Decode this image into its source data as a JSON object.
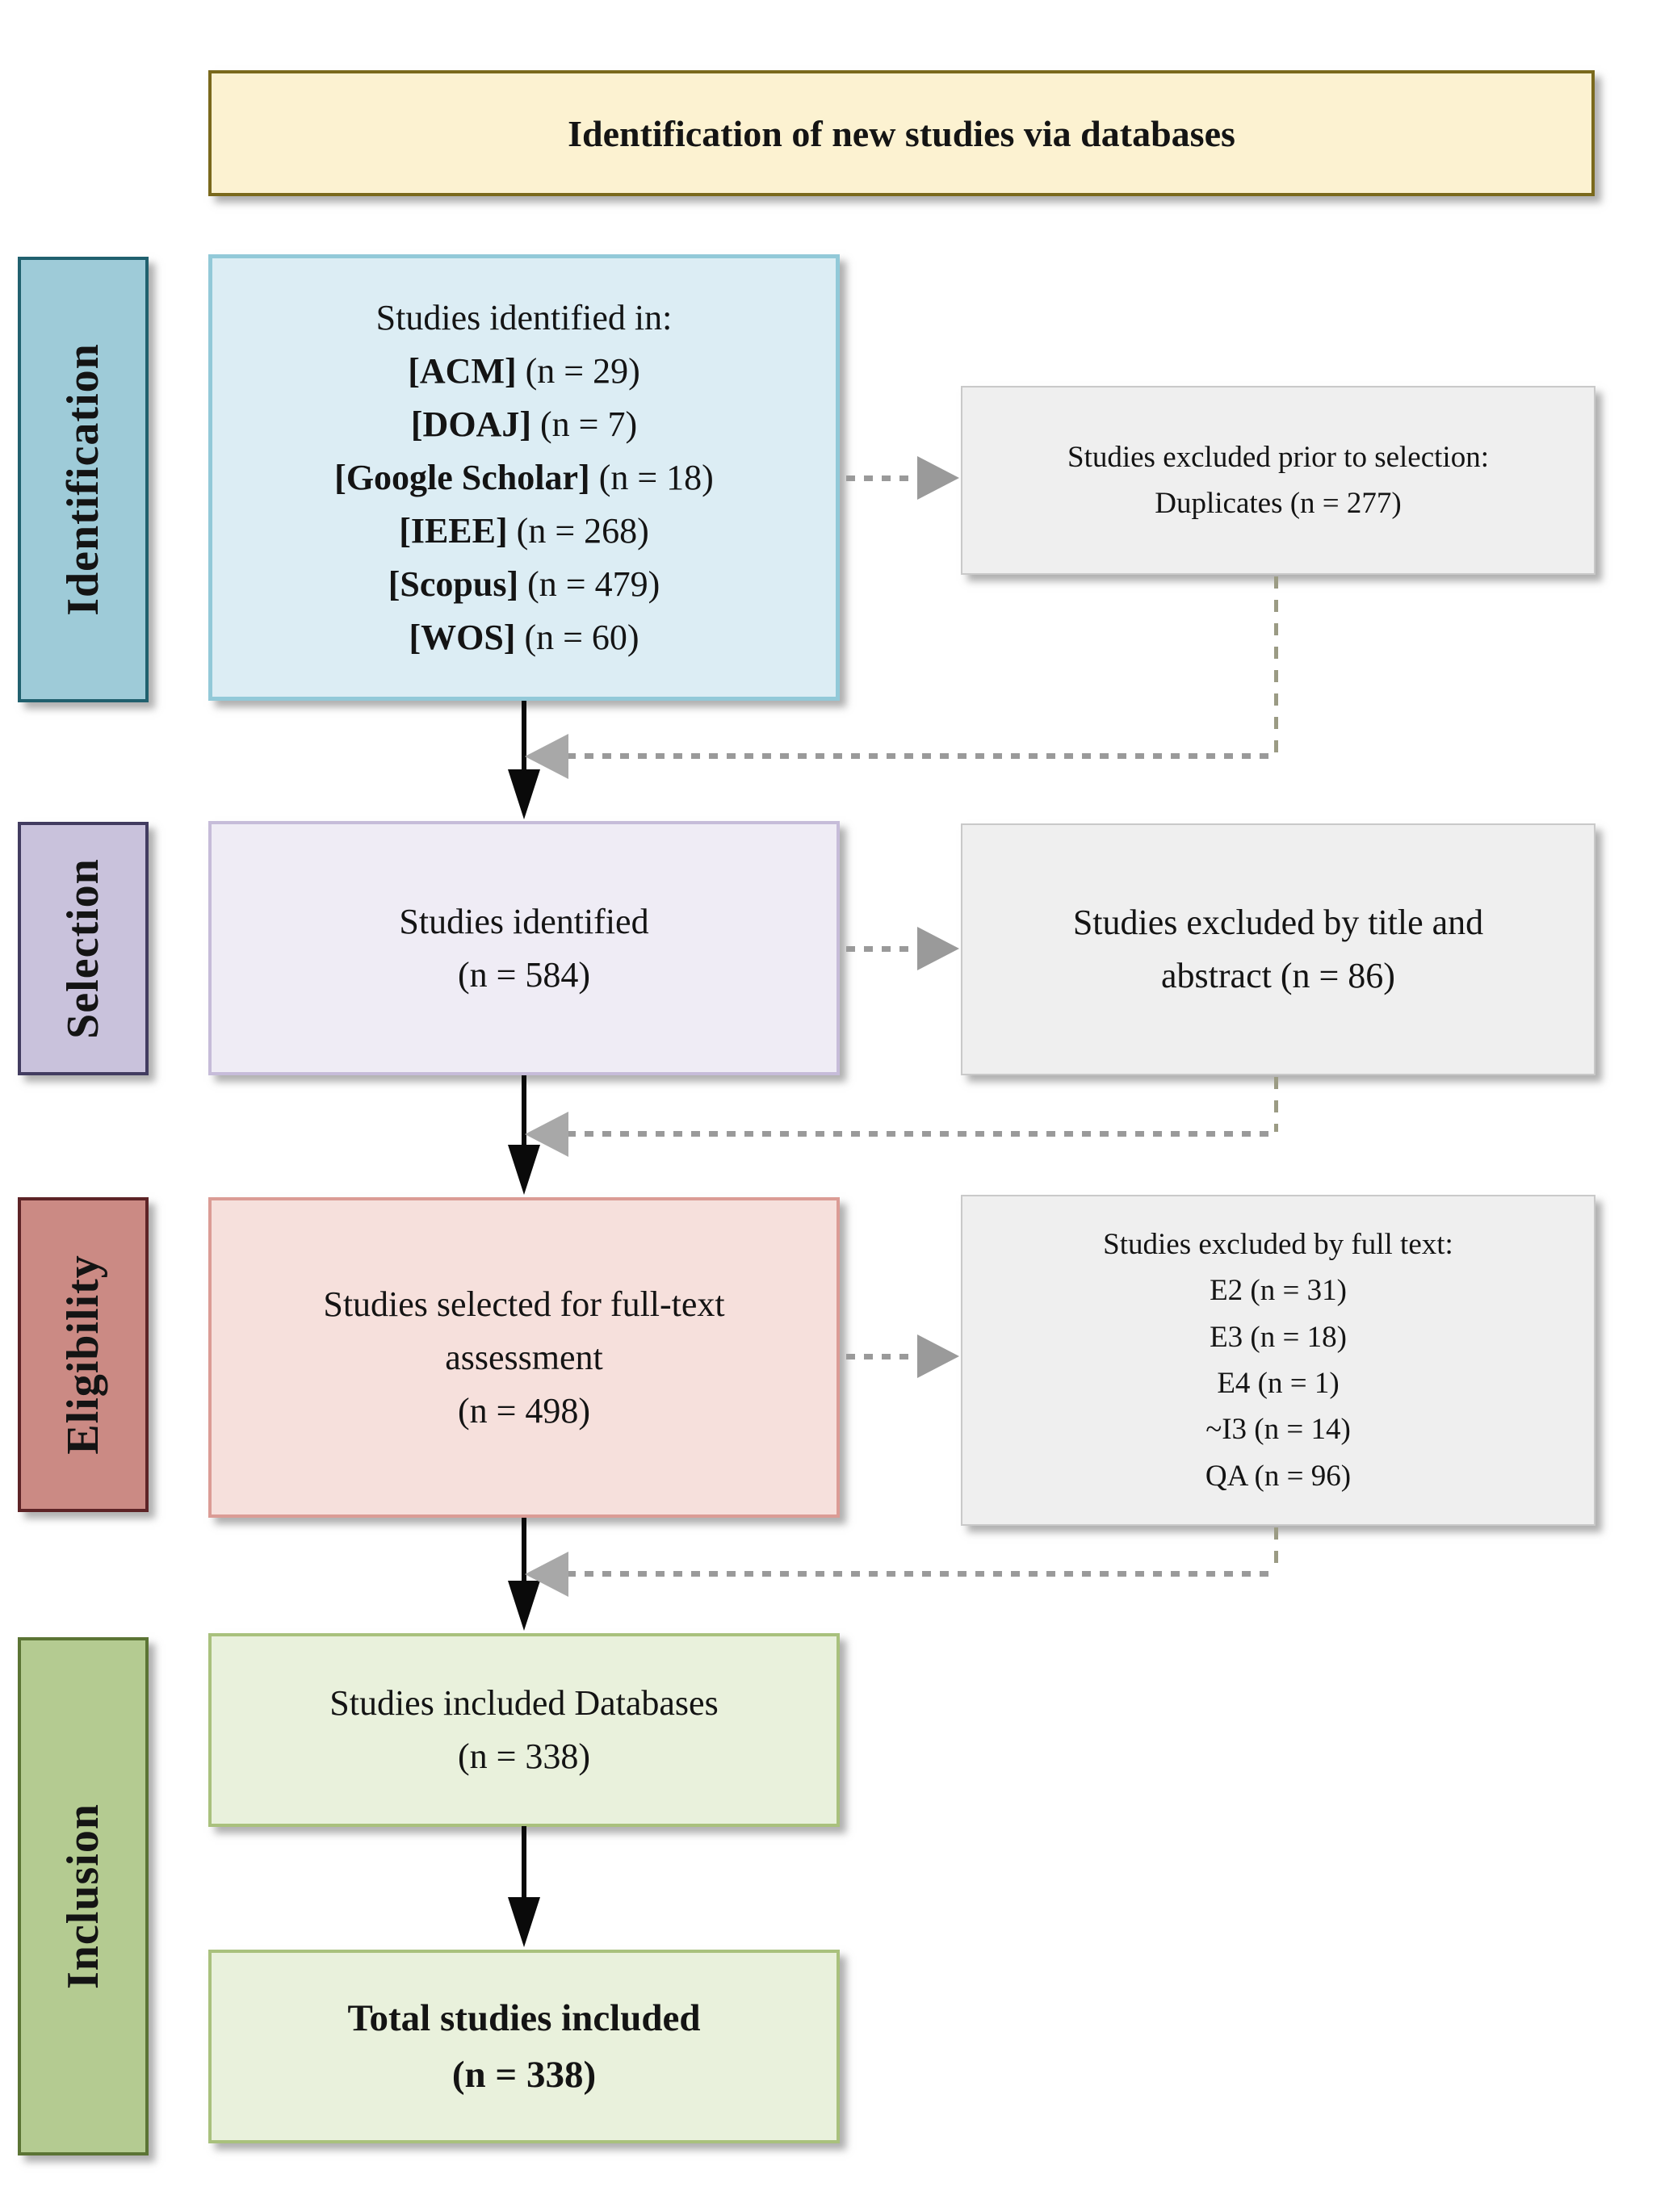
{
  "banner": {
    "title": "Identification of new studies via databases"
  },
  "side_labels": [
    {
      "id": "identification",
      "label": "Identification"
    },
    {
      "id": "selection",
      "label": "Selection"
    },
    {
      "id": "eligibility",
      "label": "Eligibility"
    },
    {
      "id": "inclusion",
      "label": "Inclusion"
    }
  ],
  "main": {
    "identification": {
      "intro": "Studies identified in:",
      "databases": [
        {
          "name": "[ACM]",
          "count": " (n = 29)"
        },
        {
          "name": "[DOAJ]",
          "count": " (n = 7)"
        },
        {
          "name": "[Google Scholar]",
          "count": " (n = 18)"
        },
        {
          "name": "[IEEE]",
          "count": " (n = 268)"
        },
        {
          "name": "[Scopus]",
          "count": " (n = 479)"
        },
        {
          "name": "[WOS]",
          "count": " (n = 60)"
        }
      ]
    },
    "selection": {
      "line1": "Studies identified",
      "line2": "(n = 584)"
    },
    "eligibility": {
      "line1": "Studies selected for full-text",
      "line2": "assessment",
      "line3": "(n = 498)"
    },
    "inclusion_databases": {
      "line1": "Studies included Databases",
      "line2": "(n = 338)"
    },
    "total_included": {
      "line1": "Total studies included",
      "line2": "(n = 338)"
    }
  },
  "excluded": {
    "prior": {
      "line1": "Studies excluded prior to selection:",
      "line2": "Duplicates (n = 277)"
    },
    "title_abstract": {
      "line1": "Studies excluded by title and",
      "line2": "abstract (n = 86)"
    },
    "full_text": {
      "title": "Studies excluded by full text:",
      "items": [
        "E2 (n = 31)",
        "E3 (n = 18)",
        "E4 (n = 1)",
        "~I3 (n = 14)",
        "QA (n = 96)"
      ]
    }
  },
  "colors": {
    "banner_bg": "#fcf2d1",
    "banner_border": "#7a691c",
    "identification_label_bg": "#9ecbd8",
    "identification_box_bg": "#dcedf4",
    "identification_box_border": "#92c9d8",
    "selection_label_bg": "#c9c2dc",
    "selection_box_bg": "#efecf5",
    "selection_box_border": "#c6bcd9",
    "eligibility_label_bg": "#cb8a84",
    "eligibility_box_bg": "#f6e0dc",
    "eligibility_box_border": "#db9c95",
    "inclusion_label_bg": "#b4cb91",
    "inclusion_box_bg": "#e9f1dc",
    "inclusion_box_border": "#a9c17d",
    "excluded_box_bg": "#efefef",
    "arrow_black": "#0a0a0a",
    "connector_gray": "#9a9a9a"
  }
}
